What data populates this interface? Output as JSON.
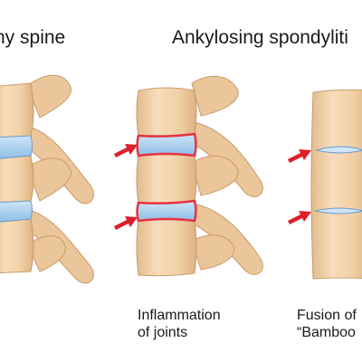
{
  "titles": {
    "healthy": "ny spine",
    "disease": "Ankylosing spondyliti"
  },
  "captions": {
    "inflammation": "Inflammation\nof joints",
    "fusion": "Fusion of\n“Bamboo"
  },
  "colors": {
    "bone": "#f2d3ad",
    "bone_shadow": "#dcb082",
    "disc": "#a9cdec",
    "inflamed_edge": "#e53241",
    "arrow": "#dc1f2a"
  },
  "icons": {
    "arrow": "red-arrow-icon"
  }
}
